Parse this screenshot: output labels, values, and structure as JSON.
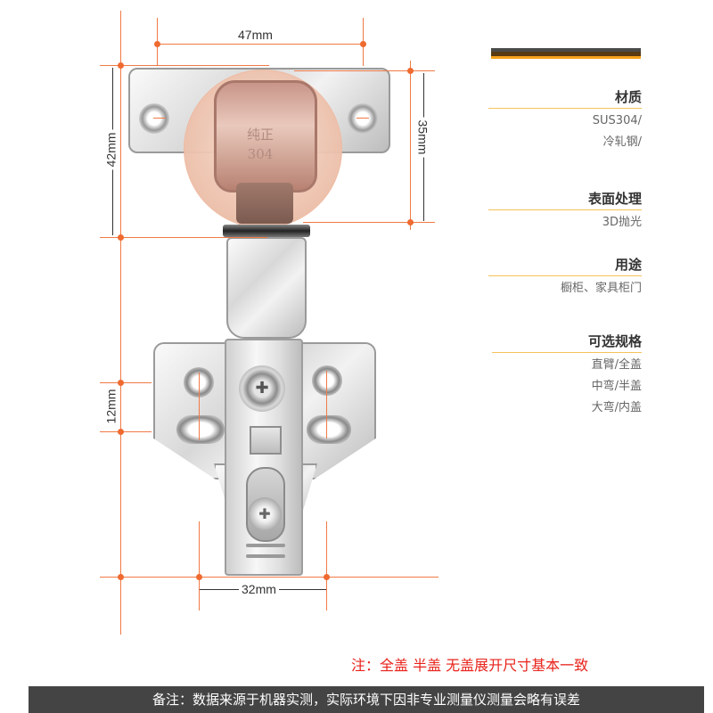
{
  "product": {
    "name": "hinge",
    "cup_stamp": [
      "纯正",
      "304"
    ]
  },
  "dimensions": {
    "top_width": "47mm",
    "left_height": "42mm",
    "right_height": "35mm",
    "hole_spacing": "12mm",
    "bottom_width": "32mm"
  },
  "specs": [
    {
      "title": "材质",
      "values": [
        "SUS304/",
        "冷轧钢/"
      ]
    },
    {
      "title": "表面处理",
      "values": [
        "3D抛光"
      ]
    },
    {
      "title": "用途",
      "values": [
        "橱柜、家具柜门"
      ]
    },
    {
      "title": "可选规格",
      "values": [
        "直臂/全盖",
        "中弯/半盖",
        "大弯/内盖"
      ]
    }
  ],
  "note": "注：全盖 半盖 无盖展开尺寸基本一致",
  "footer": "备注：数据来源于机器实测，实际环境下因非专业测量仪测量会略有误差",
  "colors": {
    "dimension_line": "#f07a45",
    "accent_orange": "#f7a21b",
    "accent_brown": "#5a3a12",
    "accent_gray": "#4a4a4a",
    "note_red": "#e8231b",
    "footer_bg": "#444444"
  }
}
